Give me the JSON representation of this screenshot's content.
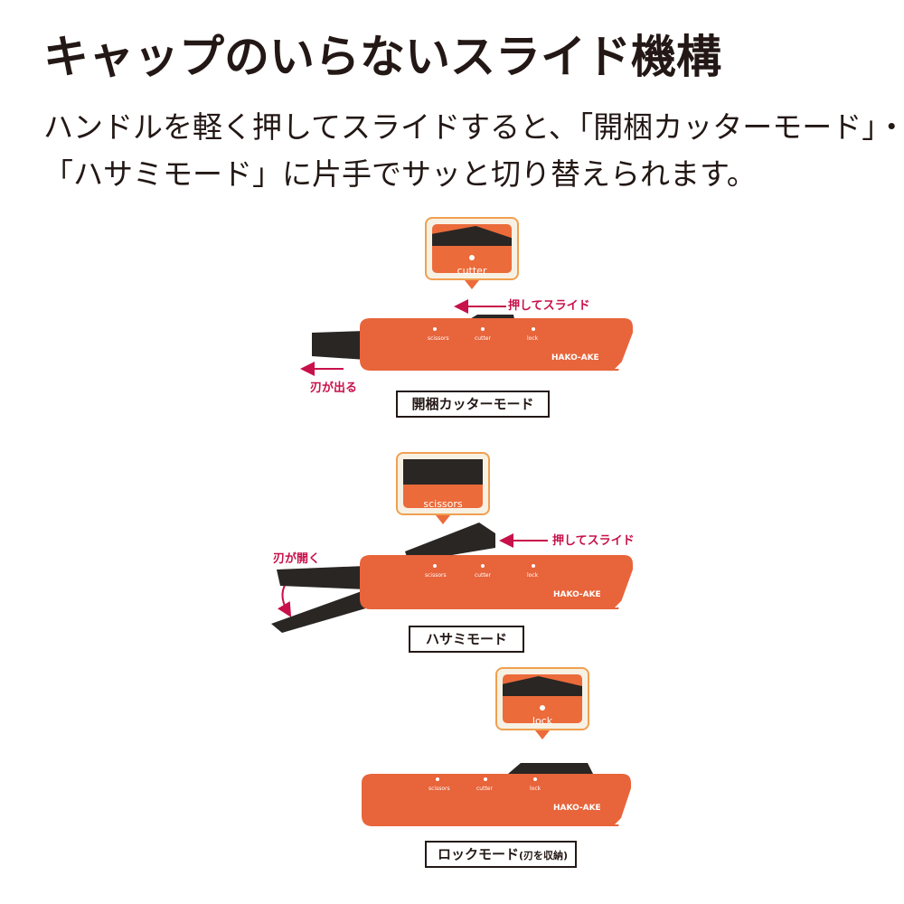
{
  "header": {
    "title": "キャップのいらないスライド機構",
    "description_line1": "ハンドルを軽く押してスライドすると、「開梱カッターモード」・",
    "description_line2": "「ハサミモード」に片手でサッと切り替えられます。"
  },
  "colors": {
    "body_orange": "#e8643a",
    "blade_dark": "#2a2624",
    "annotation_magenta": "#c8104a",
    "zoom_border": "#f0a050"
  },
  "product_marks": {
    "brand": "HAKO-AKE",
    "pos_scissors": "scissors",
    "pos_cutter": "cutter",
    "pos_lock": "lock"
  },
  "modes": [
    {
      "zoom_label": "cutter",
      "slide_annotation": "押してスライド",
      "blade_annotation": "刃が出る",
      "caption": "開梱カッターモード"
    },
    {
      "zoom_label": "scissors",
      "slide_annotation": "押してスライド",
      "blade_annotation": "刃が開く",
      "caption": "ハサミモード"
    },
    {
      "zoom_label": "lock",
      "caption_main": "ロックモード",
      "caption_note": "(刃を収納)"
    }
  ]
}
